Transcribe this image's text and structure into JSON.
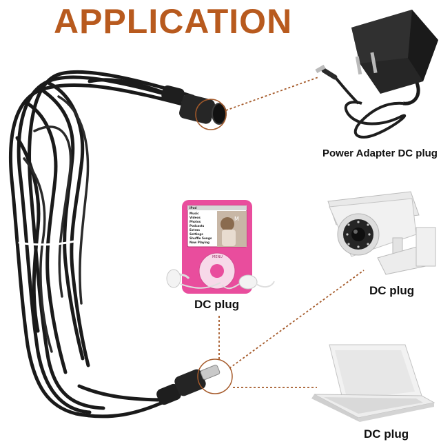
{
  "title": "APPLICATION",
  "colors": {
    "title": "#b85a1e",
    "cable": "#1a1a1a",
    "callout": "#a55a2a",
    "ipod": "#e94d9d"
  },
  "labels": {
    "power_adapter": "Power Adapter DC plug",
    "ipod": "DC plug",
    "camera": "DC plug",
    "laptop": "DC plug"
  },
  "ipod_menu": [
    "iPod",
    "Music",
    "Videos",
    "Photos",
    "Podcasts",
    "Extras",
    "Settings",
    "Shuffle Songs",
    "Now Playing"
  ],
  "ipod_wheel": {
    "top": "MENU"
  },
  "icons": [
    "power-adapter-icon",
    "ipod-icon",
    "earbuds-icon",
    "security-camera-icon",
    "laptop-icon",
    "cable-icon"
  ]
}
